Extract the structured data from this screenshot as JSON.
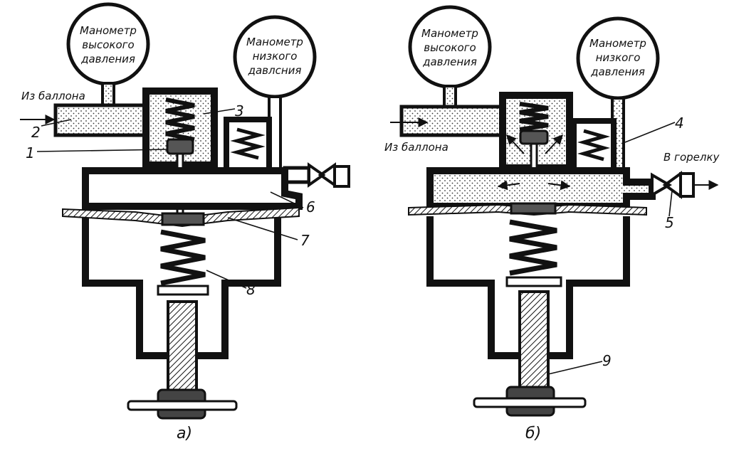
{
  "colors": {
    "ink": "#111111",
    "gas_fill": "#d8d8d8",
    "paper": "#ffffff"
  },
  "left_panel": {
    "gauge_high": [
      "Манометр",
      "высокого",
      "давления"
    ],
    "gauge_low": [
      "Манометр",
      "низкого",
      "давлсния"
    ],
    "inlet": "Из баллона",
    "labels": {
      "n1": "1",
      "n2": "2",
      "n3": "3",
      "n6": "6",
      "n7": "7",
      "n8": "8"
    },
    "caption": "а)"
  },
  "right_panel": {
    "gauge_high": [
      "Манометр",
      "высокого",
      "давления"
    ],
    "gauge_low": [
      "Манометр",
      "низкого",
      "давления"
    ],
    "inlet": "Из баллона",
    "outlet": "В горелку",
    "labels": {
      "n4": "4",
      "n5": "5",
      "n9": "9"
    },
    "caption": "б)"
  }
}
